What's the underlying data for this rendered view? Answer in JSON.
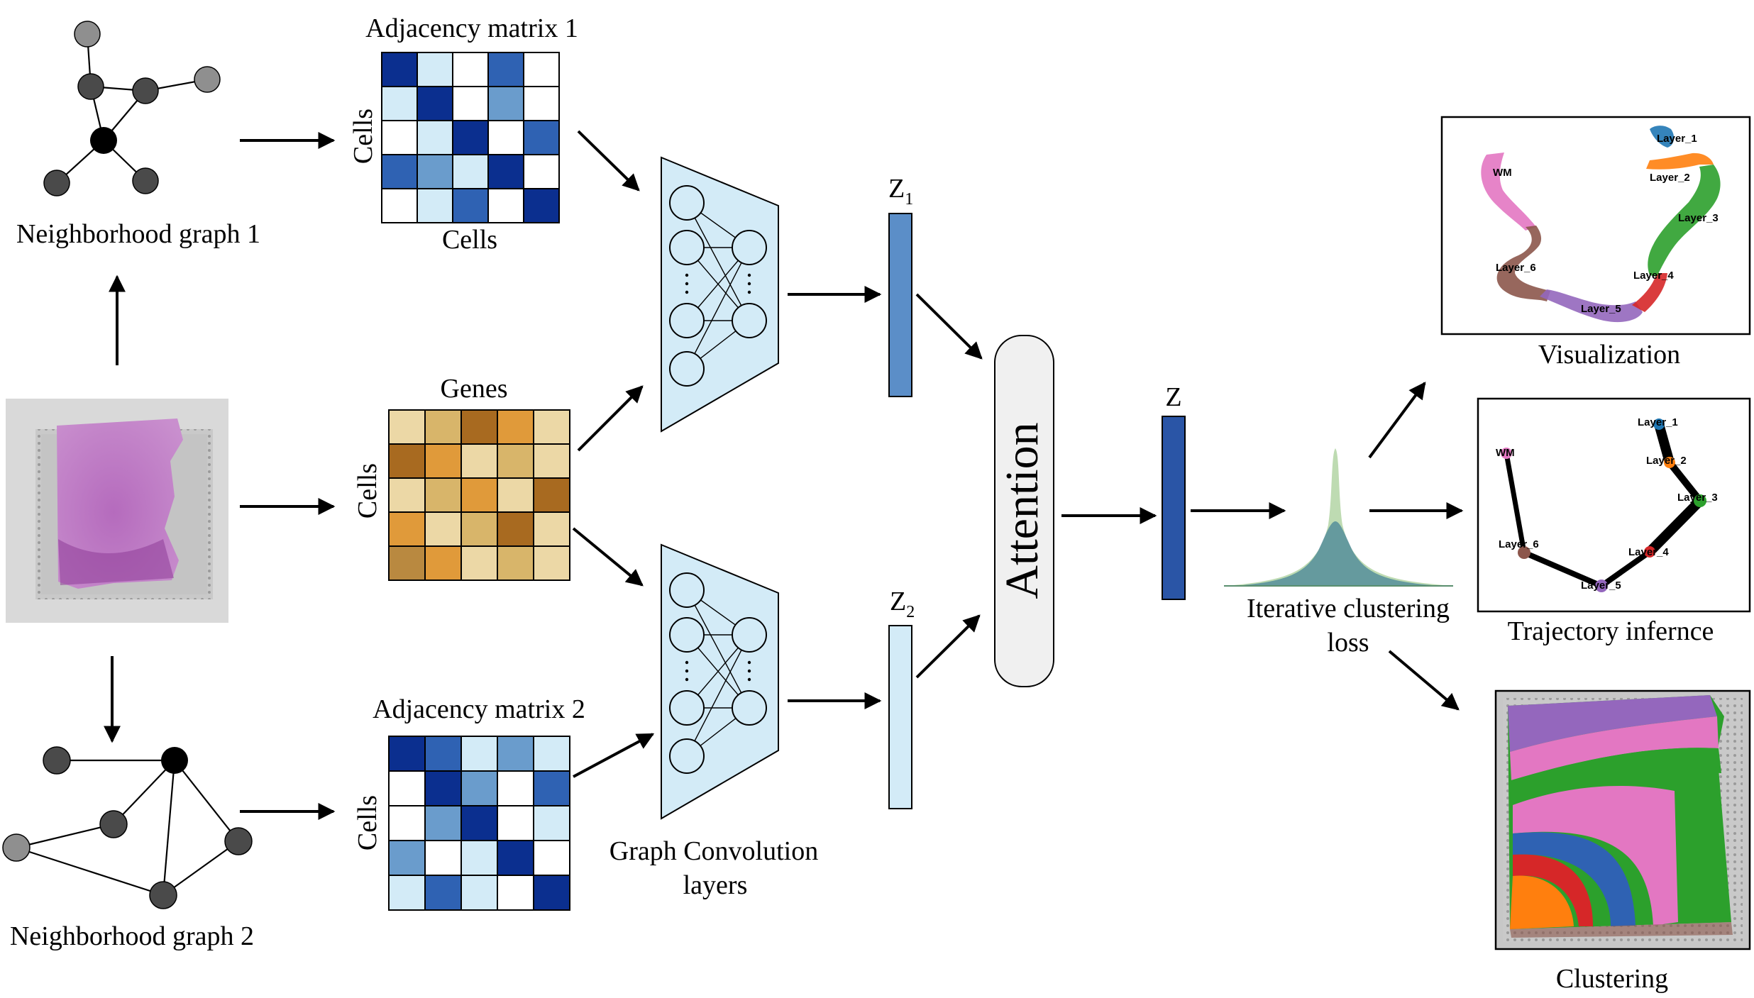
{
  "colors": {
    "blues": [
      "#ffffff",
      "#d3ebf7",
      "#6a9ccc",
      "#2f62b3",
      "#0b2f8f"
    ],
    "golds": [
      "#ecd8a6",
      "#d8b56a",
      "#e09a3a",
      "#a86a20",
      "#b98940"
    ],
    "gcn_fill": "#d3ebf7",
    "z1_fill": "#5b8ec8",
    "z2_fill": "#d3ebf7",
    "z_fill": "#2a55a6",
    "attention_fill": "#f0f0f0",
    "node_dark": "#4a4a4a",
    "node_light": "#8f8f8f",
    "node_center": "#000000"
  },
  "labels": {
    "graph1": "Neighborhood graph 1",
    "graph2": "Neighborhood graph 2",
    "adj1_title": "Adjacency matrix 1",
    "adj1_ylabel": "Cells",
    "adj1_xlabel": "Cells",
    "genes_title": "Genes",
    "genes_ylabel": "Cells",
    "adj2_title": "Adjacency matrix 2",
    "adj2_ylabel": "Cells",
    "gcn_caption_1": "Graph Convolution",
    "gcn_caption_2": "layers",
    "z1_main": "Z",
    "z1_sub": "1",
    "z2_main": "Z",
    "z2_sub": "2",
    "attention": "Attention",
    "z": "Z",
    "loss_1": "Iterative clustering",
    "loss_2": "loss",
    "visualization": "Visualization",
    "trajectory": "Trajectory infernce",
    "clustering": "Clustering"
  },
  "matrices": {
    "adj1": [
      [
        4,
        1,
        0,
        3,
        0
      ],
      [
        1,
        4,
        0,
        2,
        0
      ],
      [
        0,
        1,
        4,
        0,
        3
      ],
      [
        3,
        2,
        1,
        4,
        0
      ],
      [
        0,
        1,
        3,
        0,
        4
      ]
    ],
    "genes": [
      [
        0,
        1,
        3,
        2,
        0
      ],
      [
        3,
        2,
        0,
        1,
        0
      ],
      [
        0,
        1,
        2,
        0,
        3
      ],
      [
        2,
        0,
        1,
        3,
        0
      ],
      [
        4,
        2,
        0,
        1,
        0
      ]
    ],
    "adj2": [
      [
        4,
        3,
        1,
        2,
        1
      ],
      [
        0,
        4,
        2,
        0,
        3
      ],
      [
        0,
        2,
        4,
        0,
        1
      ],
      [
        2,
        0,
        1,
        4,
        0
      ],
      [
        1,
        3,
        1,
        0,
        4
      ]
    ]
  },
  "umap_labels": [
    "Layer_1",
    "Layer_2",
    "Layer_3",
    "Layer_4",
    "Layer_5",
    "Layer_6",
    "WM"
  ],
  "trajectory_labels": [
    "Layer_1",
    "Layer_2",
    "Layer_3",
    "Layer_4",
    "Layer_5",
    "Layer_6",
    "WM"
  ]
}
